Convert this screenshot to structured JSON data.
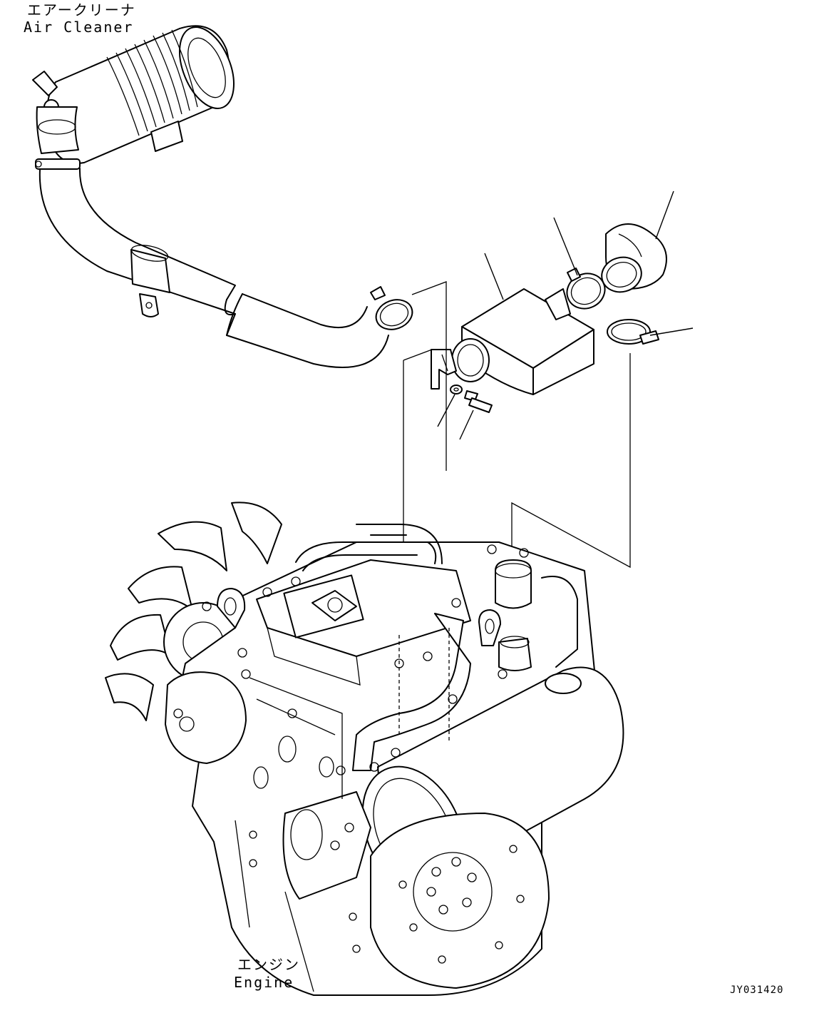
{
  "labels": {
    "air_cleaner_jp": "エアークリーナ",
    "air_cleaner_en": "Air Cleaner",
    "engine_jp": "エンジン",
    "engine_en": "Engine"
  },
  "drawing_code": "JY031420"
}
